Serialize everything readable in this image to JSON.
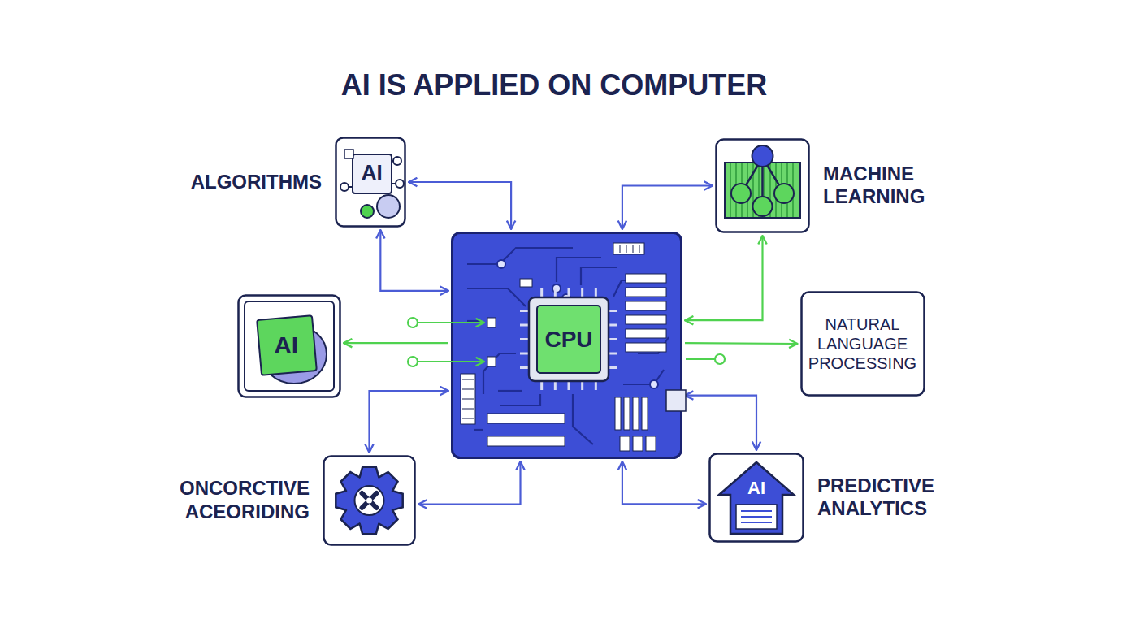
{
  "diagram": {
    "title": "AI IS APPLIED ON COMPUTER",
    "nodes": [
      {
        "text": [
          "ALGORITHMS",
          "AI"
        ]
      },
      {
        "text": [
          "MACHINE LEARNING"
        ]
      },
      {
        "text": []
      },
      {
        "text": [
          "CPU"
        ],
        "in": 2
      },
      {
        "text": [
          "AI"
        ]
      },
      {
        "text": [
          "NATURAL LANGUAGE PROCESSING"
        ]
      },
      {
        "text": [
          "ONCORCTIVE ACEORIDING"
        ]
      },
      {
        "text": [
          "PREDICTIVE ANALYTICS",
          "AI"
        ]
      }
    ],
    "edges": [
      {
        "from": 0,
        "to": 2,
        "arrow": "both"
      },
      {
        "from": 0,
        "to": 2,
        "arrow": "both"
      },
      {
        "from": 1,
        "to": 2,
        "arrow": "both"
      },
      {
        "from": 1,
        "to": 2,
        "arrow": "both"
      },
      {
        "from": 2,
        "to": 4,
        "arrow": "to"
      },
      {
        "from": 2,
        "to": 5,
        "arrow": "to"
      },
      {
        "from": 6,
        "to": 2,
        "arrow": "both"
      },
      {
        "from": 6,
        "to": 2,
        "arrow": "both"
      },
      {
        "from": 7,
        "to": 2,
        "arrow": "both"
      },
      {
        "from": 7,
        "to": 2,
        "arrow": "both"
      }
    ]
  }
}
